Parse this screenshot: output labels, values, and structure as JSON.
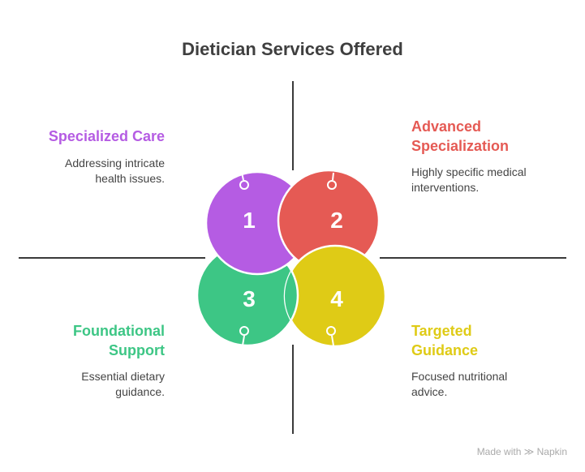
{
  "title": "Dietician Services Offered",
  "quadrants": [
    {
      "number": "1",
      "heading": "Specialized Care",
      "description": "Addressing intricate health issues.",
      "color": "#b55ce3"
    },
    {
      "number": "2",
      "heading": "Advanced Specialization",
      "description": "Highly specific medical interventions.",
      "color": "#e55a54"
    },
    {
      "number": "3",
      "heading": "Foundational Support",
      "description": "Essential dietary guidance.",
      "color": "#3dc685"
    },
    {
      "number": "4",
      "heading": "Targeted Guidance",
      "description": "Focused nutritional advice.",
      "color": "#dfcb16"
    }
  ],
  "footer": {
    "made_with": "Made with",
    "brand": "Napkin"
  }
}
